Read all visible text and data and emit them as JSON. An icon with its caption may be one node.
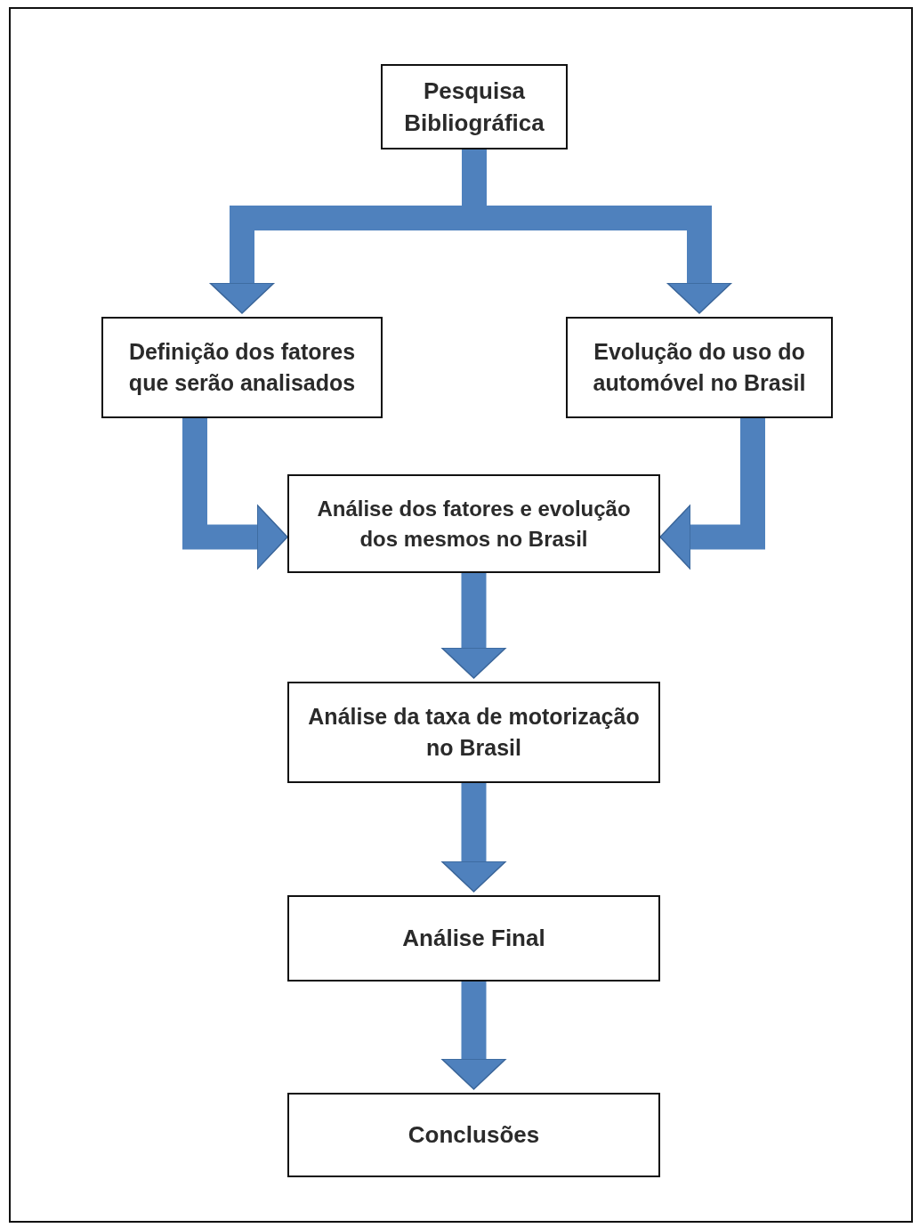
{
  "diagram": {
    "nodes": [
      {
        "text": [
          "Pesquisa Bibliográfica"
        ]
      },
      {
        "text": [
          "Definição dos fatores que serão analisados"
        ]
      },
      {
        "text": [
          "Evolução do uso do automóvel no Brasil"
        ]
      },
      {
        "text": [
          "Análise dos fatores e evolução dos mesmos no Brasil"
        ]
      },
      {
        "text": [
          "Análise da taxa de motorização no Brasil"
        ]
      },
      {
        "text": [
          "Análise Final"
        ]
      },
      {
        "text": [
          "Conclusões"
        ]
      }
    ],
    "edges": [
      {
        "from": 0,
        "to": 1,
        "arrow": "to"
      },
      {
        "from": 0,
        "to": 2,
        "arrow": "to"
      },
      {
        "from": 1,
        "to": 3,
        "arrow": "to"
      },
      {
        "from": 2,
        "to": 3,
        "arrow": "to"
      },
      {
        "from": 3,
        "to": 4,
        "arrow": "to"
      },
      {
        "from": 4,
        "to": 5,
        "arrow": "to"
      },
      {
        "from": 5,
        "to": 6,
        "arrow": "to"
      }
    ]
  }
}
